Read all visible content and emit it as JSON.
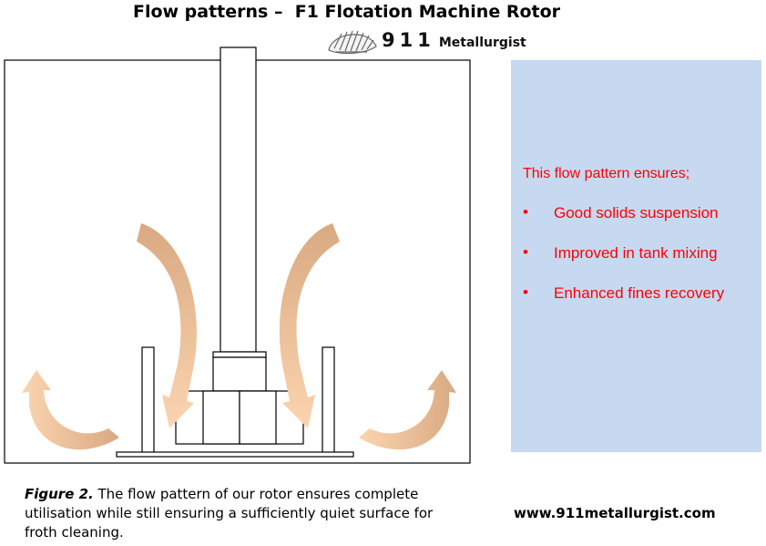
{
  "title": "Flow patterns –  F1 Flotation Machine Rotor",
  "logo": {
    "number": "911",
    "word": "Metallurgist"
  },
  "note": {
    "heading": "This flow pattern ensures;",
    "items": [
      {
        "bullet": "•",
        "text": "Good solids suspension"
      },
      {
        "bullet": "•",
        "text": "Improved in tank mixing"
      },
      {
        "bullet": "•",
        "text": "Enhanced fines recovery"
      }
    ]
  },
  "caption": {
    "label": "Figure 2.",
    "text": " The flow pattern of our rotor ensures complete utilisation while still ensuring a sufficiently quiet surface for froth cleaning."
  },
  "website": "www.911metallurgist.com",
  "colors": {
    "arrow": "#d9a982",
    "arrow_light": "#fbd5b0",
    "note_bg": "#c6d9f1",
    "note_text": "#ff0000"
  }
}
